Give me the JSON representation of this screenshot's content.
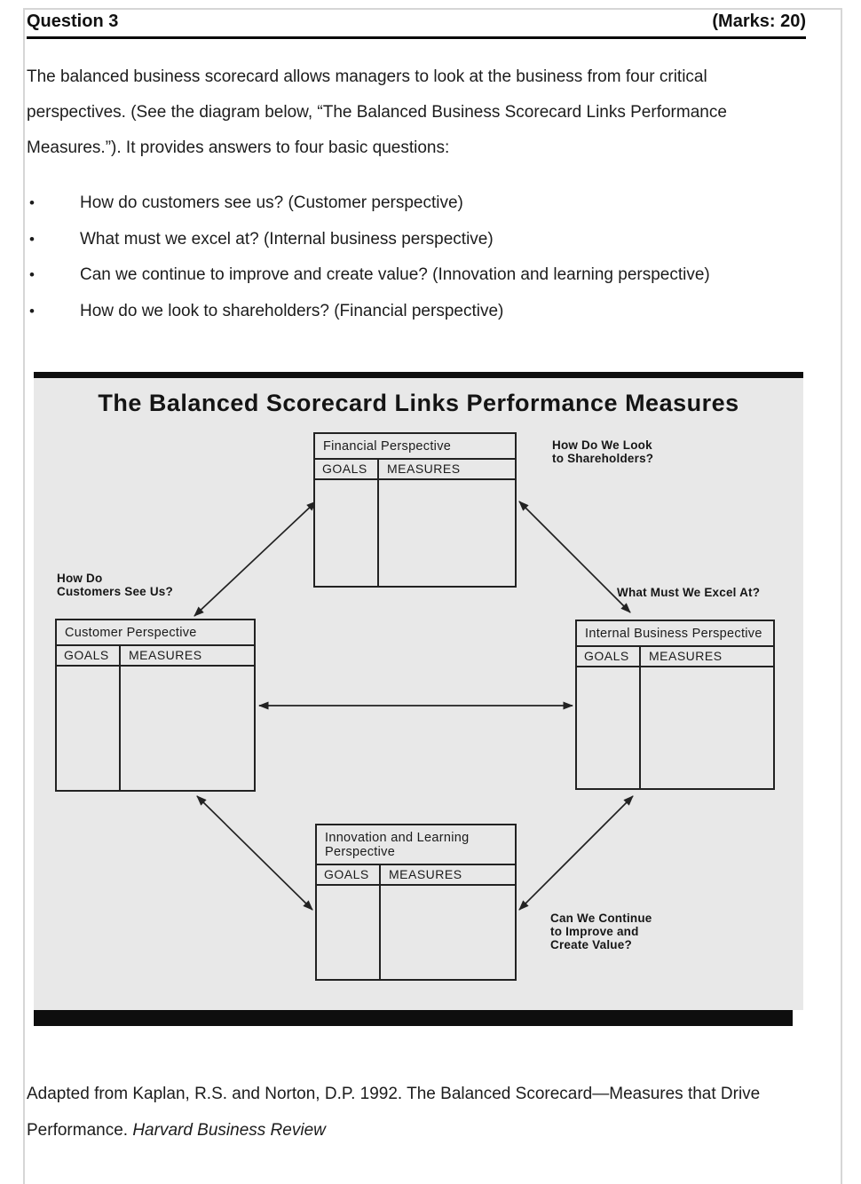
{
  "header": {
    "question": "Question 3",
    "marks": "(Marks: 20)"
  },
  "intro": "The balanced business scorecard allows managers to look at the business from four critical perspectives. (See the diagram below, “The Balanced Business Scorecard Links Performance Measures.”). It provides answers to four basic questions:",
  "bullets": [
    {
      "text": "How do customers see us? (Customer perspective)"
    },
    {
      "text": "What must we excel at? (Internal business perspective)"
    },
    {
      "text": "Can we continue to improve and create value? (Innovation and learning perspective)"
    },
    {
      "text": "How do we look to shareholders? (Financial perspective)"
    }
  ],
  "diagram": {
    "title": "The Balanced Scorecard Links Performance Measures",
    "goals_label": "GOALS",
    "measures_label": "MEASURES",
    "boxes": {
      "financial": {
        "title": "Financial Perspective"
      },
      "customer": {
        "title": "Customer Perspective"
      },
      "internal": {
        "title": "Internal Business Perspective"
      },
      "innovation": {
        "title": "Innovation and Learning Perspective"
      }
    },
    "labels": {
      "shareholders": "How Do We Look\nto Shareholders?",
      "customers": "How Do\nCustomers See Us?",
      "excel": "What Must We Excel At?",
      "improve": "Can We Continue\nto Improve and\nCreate Value?"
    },
    "colors": {
      "panel_bg": "#e8e8e8",
      "line": "#222222",
      "bar": "#0e0e0e"
    }
  },
  "footer": {
    "line1": "Adapted from Kaplan, R.S. and Norton, D.P. 1992. The Balanced Scorecard—Measures that Drive",
    "line2_text": "Performance. ",
    "line2_italic": "Harvard Business Review"
  }
}
